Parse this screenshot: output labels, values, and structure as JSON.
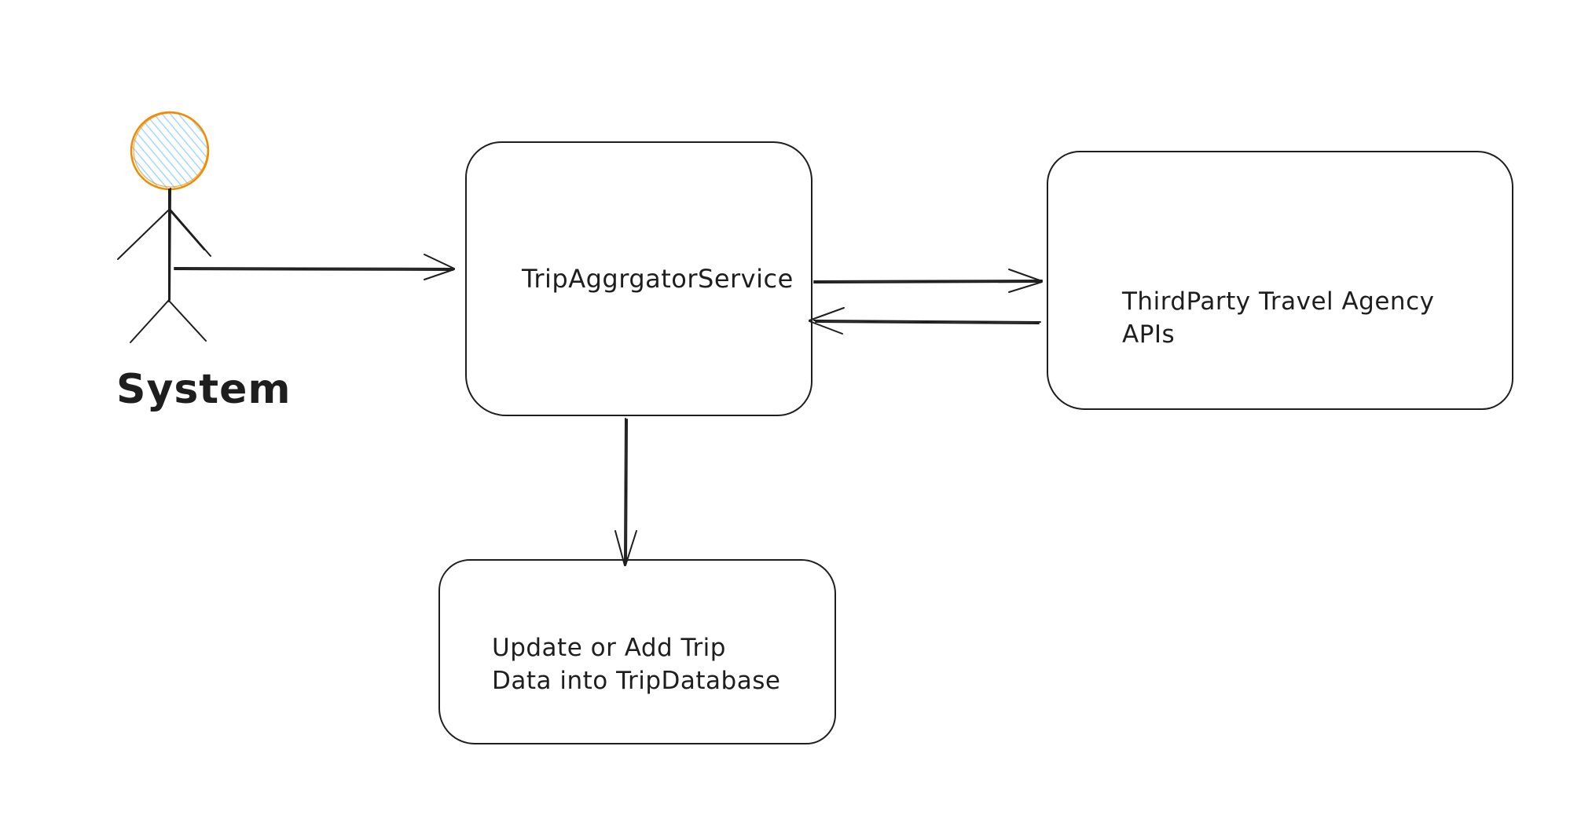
{
  "actor": {
    "name": "System",
    "head_stroke_color": "#f08c00",
    "head_fill_color": "#a5d8ff"
  },
  "nodes": {
    "service": {
      "label": "TripAggrgatorService"
    },
    "agency": {
      "label_lines": [
        "ThirdParty Travel Agency",
        "APIs"
      ]
    },
    "database": {
      "label_lines": [
        "Update or Add Trip",
        "Data into TripDatabase"
      ]
    }
  },
  "edges": [
    {
      "from": "actor",
      "to": "service"
    },
    {
      "from": "service",
      "to": "agency"
    },
    {
      "from": "agency",
      "to": "service"
    },
    {
      "from": "service",
      "to": "database"
    }
  ],
  "colors": {
    "stroke": "#1e1e1e",
    "background": "#ffffff"
  }
}
